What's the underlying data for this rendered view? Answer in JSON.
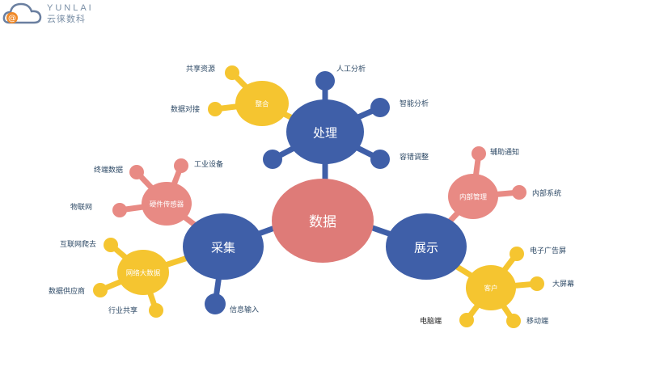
{
  "logo": {
    "en": "YUNLAI",
    "cn": "云徕数科"
  },
  "colors": {
    "blue": "#3f5fa8",
    "pink": "#e88a84",
    "center": "#de7b78",
    "yellow": "#f5c530"
  },
  "center": "数据",
  "process": {
    "label": "处理",
    "leaves": [
      "人工分析",
      "智能分析",
      "容错调整"
    ],
    "integrate": {
      "label": "整合",
      "leaves": [
        "共享资源",
        "数据对接"
      ]
    }
  },
  "collect": {
    "label": "采集",
    "leaves": [
      "信息输入"
    ],
    "hardware": {
      "label": "硬件传感器",
      "leaves": [
        "终端数据",
        "工业设备",
        "物联网"
      ]
    },
    "network": {
      "label": "网络大数据",
      "leaves": [
        "互联网爬去",
        "数据供应商",
        "行业共享"
      ]
    }
  },
  "display": {
    "label": "展示",
    "internal": {
      "label": "内部管理",
      "leaves": [
        "辅助通知",
        "内部系统"
      ]
    },
    "customer": {
      "label": "客户",
      "leaves": [
        "电子广告屏",
        "大屏幕",
        "电脑端",
        "移动端"
      ]
    }
  }
}
